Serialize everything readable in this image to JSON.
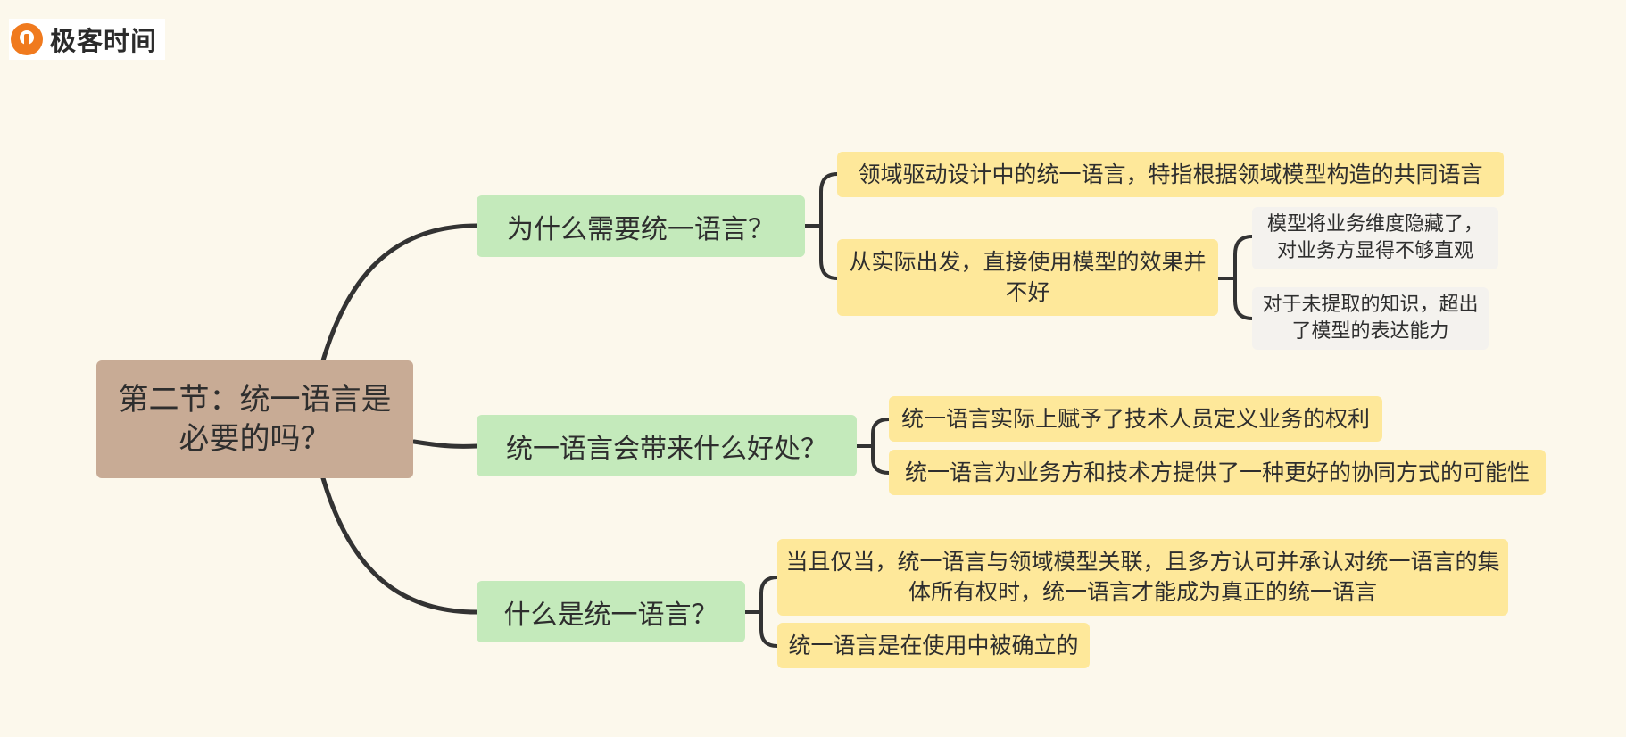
{
  "logo": {
    "text": "极客时间",
    "icon": "geektime-logo-icon",
    "accent": "#f07a1e"
  },
  "colors": {
    "root": "#c8ab95",
    "branch": "#c4eabb",
    "leaf": "#fee89a",
    "sub": "#f4f2ee",
    "line": "#333333",
    "background": "#fcf8ec"
  },
  "root": {
    "label": "第二节：统一语言是必要的吗？"
  },
  "branches": [
    {
      "label": "为什么需要统一语言？",
      "children": [
        {
          "label": "领域驱动设计中的统一语言，特指根据领域模型构造的共同语言"
        },
        {
          "label": "从实际出发，直接使用模型的效果并不好",
          "children": [
            {
              "label": "模型将业务维度隐藏了，对业务方显得不够直观"
            },
            {
              "label": "对于未提取的知识，超出了模型的表达能力"
            }
          ]
        }
      ]
    },
    {
      "label": "统一语言会带来什么好处？",
      "children": [
        {
          "label": "统一语言实际上赋予了技术人员定义业务的权利"
        },
        {
          "label": "统一语言为业务方和技术方提供了一种更好的协同方式的可能性"
        }
      ]
    },
    {
      "label": "什么是统一语言？",
      "children": [
        {
          "label": "当且仅当，统一语言与领域模型关联，且多方认可并承认对统一语言的集体所有权时，统一语言才能成为真正的统一语言"
        },
        {
          "label": "统一语言是在使用中被确立的"
        }
      ]
    }
  ]
}
